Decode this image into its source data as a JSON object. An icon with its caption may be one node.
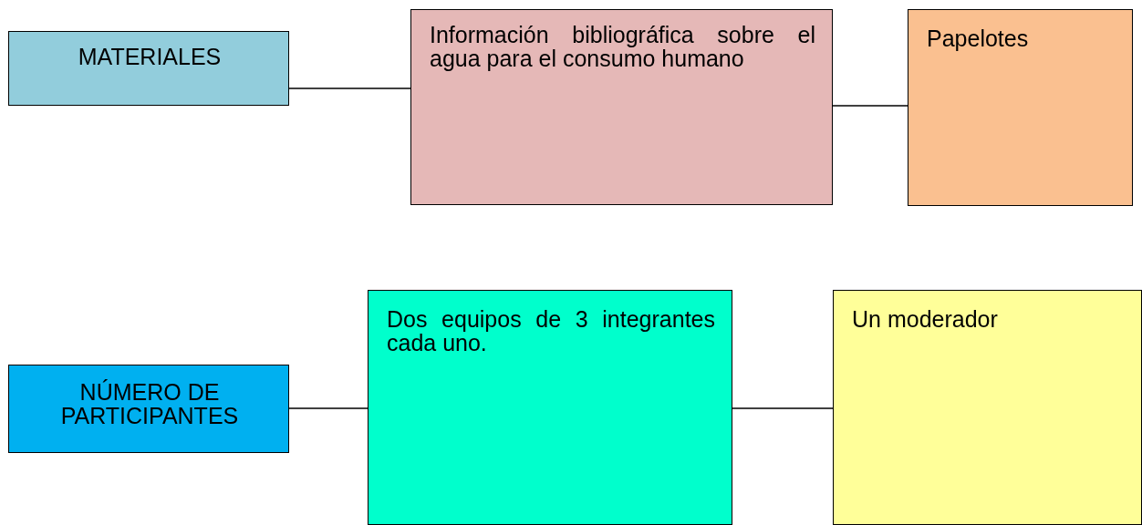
{
  "diagram": {
    "nodes": [
      {
        "text": [
          "MATERIALES"
        ]
      },
      {
        "text": [
          "Información bibliográfica sobre el agua para el consumo humano"
        ]
      },
      {
        "text": [
          "Papelotes"
        ]
      },
      {
        "text": [
          "NÚMERO DE PARTICIPANTES"
        ]
      },
      {
        "text": [
          "Dos equipos de 3 integrantes cada uno."
        ]
      },
      {
        "text": [
          "Un moderador"
        ]
      }
    ],
    "edges": [
      {
        "from": 0,
        "to": 1,
        "arrow": "none"
      },
      {
        "from": 1,
        "to": 2,
        "arrow": "none"
      },
      {
        "from": 3,
        "to": 4,
        "arrow": "none"
      },
      {
        "from": 4,
        "to": 5,
        "arrow": "none"
      }
    ]
  }
}
